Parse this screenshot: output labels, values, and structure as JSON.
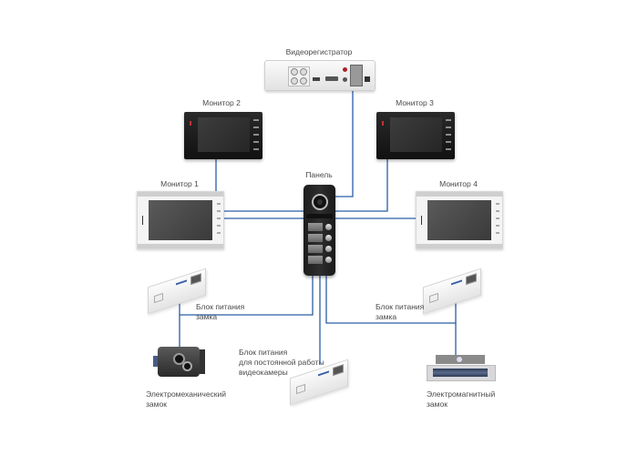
{
  "diagram": {
    "type": "video intercom connection scheme",
    "wire_color": "#2a5ea8",
    "nodes": {
      "dvr": {
        "label": "Видеорегистратор"
      },
      "monitor_1": {
        "label": "Монитор 1",
        "color": "white"
      },
      "monitor_2": {
        "label": "Монитор 2",
        "color": "black"
      },
      "monitor_3": {
        "label": "Монитор 3",
        "color": "black"
      },
      "monitor_4": {
        "label": "Монитор 4",
        "color": "white"
      },
      "panel": {
        "label": "Панель",
        "buttons": 4
      },
      "psu_lock_left": {
        "label": "Блок питания\nзамка"
      },
      "psu_lock_right": {
        "label": "Блок питания\nзамка"
      },
      "psu_camera": {
        "label": "Блок питания\nдля постоянной работы\nвидеокамеры"
      },
      "electromechanical_lock": {
        "label": "Электромеханический\nзамок"
      },
      "electromagnetic_lock": {
        "label": "Электромагнитный\nзамок"
      }
    },
    "edges": [
      [
        "panel",
        "dvr"
      ],
      [
        "panel",
        "monitor_1"
      ],
      [
        "panel",
        "monitor_2"
      ],
      [
        "panel",
        "monitor_3"
      ],
      [
        "panel",
        "monitor_4"
      ],
      [
        "panel",
        "psu_lock_left"
      ],
      [
        "panel",
        "psu_lock_right"
      ],
      [
        "panel",
        "psu_camera"
      ],
      [
        "psu_lock_left",
        "electromechanical_lock"
      ],
      [
        "psu_lock_right",
        "electromagnetic_lock"
      ]
    ]
  }
}
